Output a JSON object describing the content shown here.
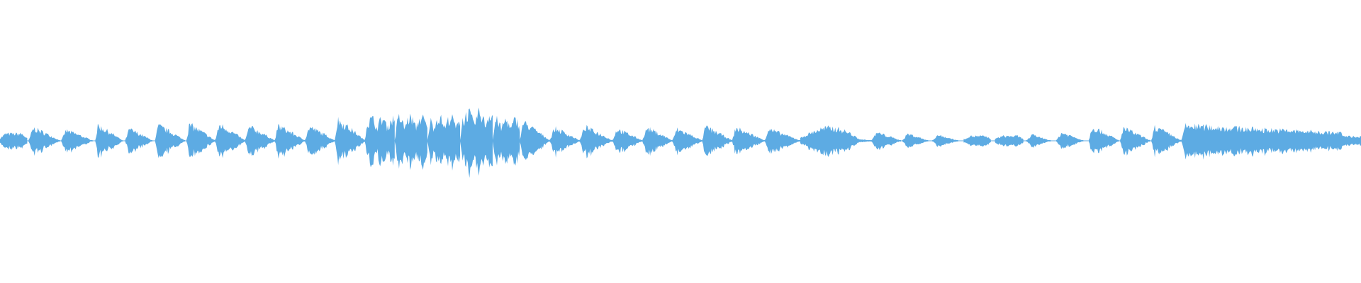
{
  "waveform": {
    "color": "#5DABE3",
    "segments": [
      {
        "start": 0.0,
        "end": 0.02,
        "amp": 0.06,
        "attack": 0.2,
        "shape": "flat"
      },
      {
        "start": 0.021,
        "end": 0.044,
        "amp": 0.11,
        "attack": 0.15,
        "shape": "decay"
      },
      {
        "start": 0.045,
        "end": 0.068,
        "amp": 0.09,
        "attack": 0.15,
        "shape": "decay"
      },
      {
        "start": 0.07,
        "end": 0.09,
        "amp": 0.13,
        "attack": 0.1,
        "shape": "decay"
      },
      {
        "start": 0.092,
        "end": 0.112,
        "amp": 0.1,
        "attack": 0.15,
        "shape": "decay"
      },
      {
        "start": 0.114,
        "end": 0.136,
        "amp": 0.13,
        "attack": 0.1,
        "shape": "decay"
      },
      {
        "start": 0.137,
        "end": 0.158,
        "amp": 0.14,
        "attack": 0.1,
        "shape": "decay"
      },
      {
        "start": 0.158,
        "end": 0.18,
        "amp": 0.14,
        "attack": 0.15,
        "shape": "decay"
      },
      {
        "start": 0.18,
        "end": 0.202,
        "amp": 0.12,
        "attack": 0.15,
        "shape": "decay"
      },
      {
        "start": 0.202,
        "end": 0.224,
        "amp": 0.13,
        "attack": 0.1,
        "shape": "decay"
      },
      {
        "start": 0.224,
        "end": 0.246,
        "amp": 0.12,
        "attack": 0.15,
        "shape": "decay"
      },
      {
        "start": 0.246,
        "end": 0.268,
        "amp": 0.18,
        "attack": 0.1,
        "shape": "decay"
      },
      {
        "start": 0.268,
        "end": 0.29,
        "amp": 0.19,
        "attack": 0.1,
        "shape": "busy"
      },
      {
        "start": 0.29,
        "end": 0.314,
        "amp": 0.2,
        "attack": 0.1,
        "shape": "busy"
      },
      {
        "start": 0.314,
        "end": 0.338,
        "amp": 0.2,
        "attack": 0.1,
        "shape": "busy"
      },
      {
        "start": 0.338,
        "end": 0.362,
        "amp": 0.24,
        "attack": 0.1,
        "shape": "busy"
      },
      {
        "start": 0.362,
        "end": 0.382,
        "amp": 0.18,
        "attack": 0.1,
        "shape": "busy"
      },
      {
        "start": 0.382,
        "end": 0.404,
        "amp": 0.16,
        "attack": 0.1,
        "shape": "decay"
      },
      {
        "start": 0.404,
        "end": 0.426,
        "amp": 0.11,
        "attack": 0.15,
        "shape": "decay"
      },
      {
        "start": 0.426,
        "end": 0.45,
        "amp": 0.12,
        "attack": 0.15,
        "shape": "decay"
      },
      {
        "start": 0.45,
        "end": 0.472,
        "amp": 0.1,
        "attack": 0.15,
        "shape": "decay"
      },
      {
        "start": 0.472,
        "end": 0.494,
        "amp": 0.11,
        "attack": 0.15,
        "shape": "decay"
      },
      {
        "start": 0.494,
        "end": 0.516,
        "amp": 0.1,
        "attack": 0.15,
        "shape": "decay"
      },
      {
        "start": 0.516,
        "end": 0.538,
        "amp": 0.12,
        "attack": 0.1,
        "shape": "decay"
      },
      {
        "start": 0.538,
        "end": 0.562,
        "amp": 0.11,
        "attack": 0.1,
        "shape": "decay"
      },
      {
        "start": 0.562,
        "end": 0.588,
        "amp": 0.1,
        "attack": 0.1,
        "shape": "decay"
      },
      {
        "start": 0.588,
        "end": 0.64,
        "amp": 0.11,
        "attack": 0.08,
        "shape": "swell"
      },
      {
        "start": 0.64,
        "end": 0.662,
        "amp": 0.07,
        "attack": 0.2,
        "shape": "decay"
      },
      {
        "start": 0.663,
        "end": 0.682,
        "amp": 0.06,
        "attack": 0.2,
        "shape": "decay"
      },
      {
        "start": 0.685,
        "end": 0.704,
        "amp": 0.05,
        "attack": 0.2,
        "shape": "decay"
      },
      {
        "start": 0.708,
        "end": 0.728,
        "amp": 0.04,
        "attack": 0.25,
        "shape": "flat"
      },
      {
        "start": 0.731,
        "end": 0.752,
        "amp": 0.04,
        "attack": 0.25,
        "shape": "flat"
      },
      {
        "start": 0.754,
        "end": 0.772,
        "amp": 0.05,
        "attack": 0.25,
        "shape": "decay"
      },
      {
        "start": 0.776,
        "end": 0.796,
        "amp": 0.07,
        "attack": 0.2,
        "shape": "decay"
      },
      {
        "start": 0.8,
        "end": 0.822,
        "amp": 0.12,
        "attack": 0.1,
        "shape": "decay"
      },
      {
        "start": 0.823,
        "end": 0.845,
        "amp": 0.11,
        "attack": 0.1,
        "shape": "decay"
      },
      {
        "start": 0.846,
        "end": 0.868,
        "amp": 0.12,
        "attack": 0.1,
        "shape": "decay"
      },
      {
        "start": 0.868,
        "end": 1.0,
        "amp": 0.13,
        "attack": 0.02,
        "shape": "long"
      }
    ]
  }
}
